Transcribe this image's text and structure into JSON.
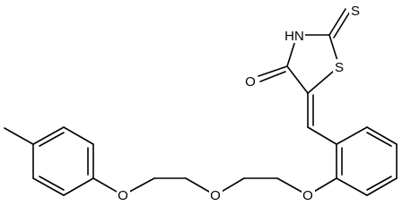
{
  "molecule": {
    "atoms": {
      "nh": "HN",
      "s_ring": "S",
      "s_thione": "S",
      "o_carbonyl": "O",
      "o_ether_1": "O",
      "o_ether_2": "O",
      "o_ether_3": "O"
    }
  }
}
